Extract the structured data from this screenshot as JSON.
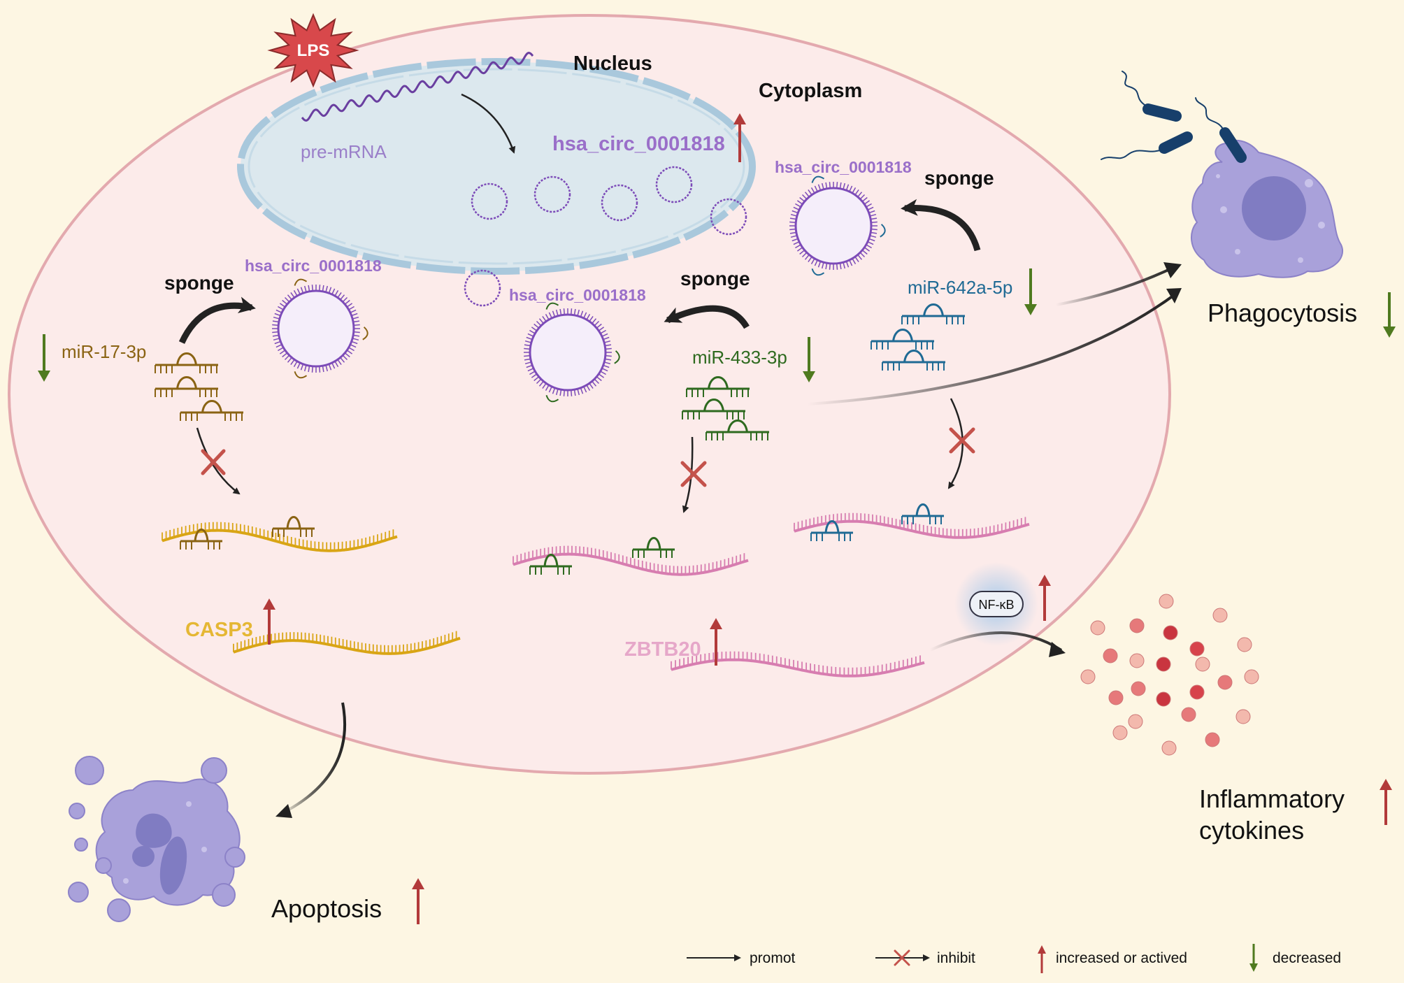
{
  "labels": {
    "lps": "LPS",
    "nucleus": "Nucleus",
    "cytoplasm": "Cytoplasm",
    "pre_mrna": "pre-mRNA",
    "circ_nucleus": "hsa_circ_0001818",
    "circ_right": "hsa_circ_0001818",
    "circ_left": "hsa_circ_0001818",
    "circ_middle": "hsa_circ_0001818",
    "sponge_left": "sponge",
    "sponge_middle": "sponge",
    "sponge_right": "sponge",
    "mir17": "miR-17-3p",
    "mir433": "miR-433-3p",
    "mir642": "miR-642a-5p",
    "casp3": "CASP3",
    "zbtb20": "ZBTB20",
    "nfkb": "NF-κB",
    "phagocytosis": "Phagocytosis",
    "apoptosis": "Apoptosis",
    "inflammatory_line1": "Inflammatory",
    "inflammatory_line2": "cytokines"
  },
  "legend": {
    "promote": "promot",
    "inhibit": "inhibit",
    "increased": "increased or actived",
    "decreased": "decreased"
  },
  "colors": {
    "background": "#fdf6e3",
    "cell_fill": "#fcebea",
    "cell_stroke": "#e3a9ae",
    "nucleus_fill": "#dce8ee",
    "nucleus_stroke": "#a9c8dc",
    "purple": "#9a6fc9",
    "circ_ring": "#7c4bb8",
    "mir17": "#8a6313",
    "mir433": "#2e6a1f",
    "mir642": "#1f6a94",
    "casp3": "#d9a515",
    "zbtb20": "#d77db0",
    "arrow_up": "#b23a3a",
    "arrow_down": "#4f7a1f",
    "inhibit_x": "#c4524b",
    "lps": "#d8484b",
    "cell_purple": "#a9a1da",
    "bacteria": "#173f6b"
  }
}
